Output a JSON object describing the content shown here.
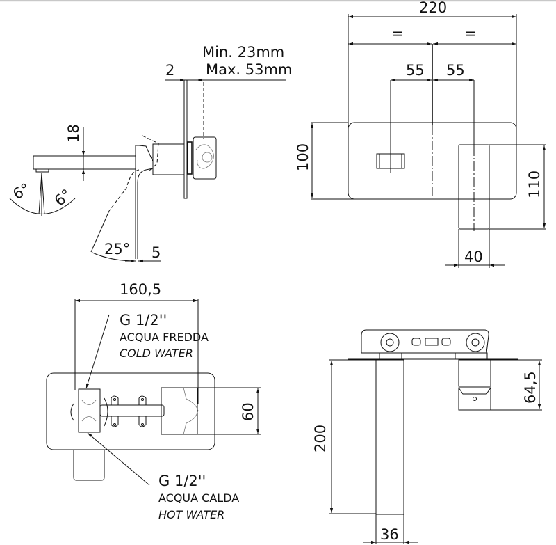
{
  "side_view": {
    "wall_thickness_range": [
      "Min. 23mm",
      "Max. 53mm"
    ],
    "plate_thickness": "2",
    "spout_height": "18",
    "spray_angle_left": "6°",
    "spray_angle_right": "6°",
    "lever_angle": "25°",
    "lever_offset": "5"
  },
  "front_view": {
    "plate_width": "220",
    "half_left": "=",
    "half_right": "=",
    "offset_left": "55",
    "offset_right": "55",
    "plate_height": "100",
    "lever_height": "110",
    "lever_width": "40"
  },
  "top_view": {
    "body_length": "160,5",
    "body_depth": "60",
    "cold_inlet": {
      "thread": "G 1/2''",
      "label_it": "ACQUA FREDDA",
      "label_en": "COLD WATER"
    },
    "hot_inlet": {
      "thread": "G 1/2''",
      "label_it": "ACQUA CALDA",
      "label_en": "HOT WATER"
    }
  },
  "installed_view": {
    "spout_length": "200",
    "spout_width": "36",
    "lever_projection": "64,5"
  }
}
